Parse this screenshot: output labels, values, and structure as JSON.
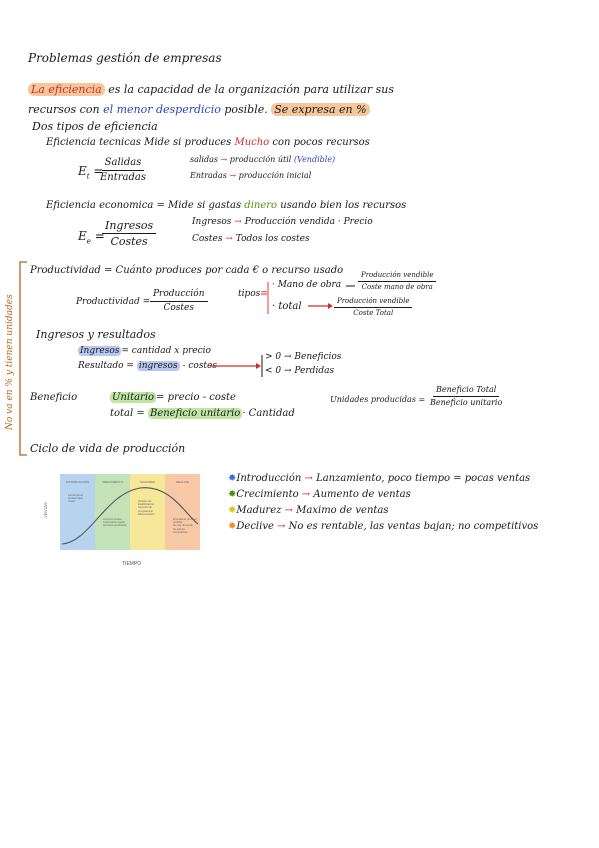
{
  "title": "Problemas gestión de empresas",
  "efficiency": {
    "hl_term": "La eficiencia",
    "def_1": "es la capacidad de la organización para utilizar sus",
    "def_2a": "recursos con",
    "def_2b": "el menor desperdicio",
    "def_2c": "posible.",
    "def_2d": "Se expresa en %",
    "types_heading": "Dos tipos de eficiencia",
    "technical_a": "Eficiencia tecnicas Mide si produces",
    "technical_b": "Mucho",
    "technical_c": "con pocos recursos",
    "tech_lhs": "E",
    "tech_sub": "t",
    "tech_num": "Salidas",
    "tech_den": "Entradas",
    "tech_note1a": "salidas",
    "tech_note1b": "producción útil",
    "tech_note1c": "(Vendible)",
    "tech_note2a": "Entradas",
    "tech_note2b": "producción inicial",
    "economic_a": "Eficiencia economica = Mide si gastas",
    "economic_b": "dinero",
    "economic_c": "usando bien los recursos",
    "econ_lhs": "E",
    "econ_sub": "e",
    "econ_num": "Ingresos",
    "econ_den": "Costes",
    "econ_note1a": "Ingresos",
    "econ_note1b": "Producción vendida · Precio",
    "econ_note2a": "Costes",
    "econ_note2b": "Todos los costes"
  },
  "productivity": {
    "side_label": "No va en % y tienen unidades",
    "def_a": "Productividad = Cuánto produces por cada € o recurso usado",
    "formula_lhs": "Productividad =",
    "formula_num": "Producción",
    "formula_den": "Costes",
    "types_label": "tipos",
    "type1": "· Mano de obra",
    "type1_num": "Producción vendible",
    "type1_den": "Coste mano de obra",
    "type2": "· total",
    "type2_num": "Producción vendible",
    "type2_den": "Coste Total",
    "ir_heading": "Ingresos y resultados",
    "ingresos_hl": "Ingresos",
    "ingresos_rest": "= cantidad x precio",
    "resultado_a": "Resultado =",
    "resultado_hl": "ingresos",
    "resultado_b": "- costes",
    "gt": "> 0",
    "gt_label": "Beneficios",
    "lt": "< 0",
    "lt_label": "Perdidas",
    "beneficio": "Beneficio",
    "unitario_hl": "Unitario",
    "unitario_rest": "= precio - coste",
    "total_a": "total =",
    "total_hl": "Beneficio unitario",
    "total_b": "· Cantidad",
    "up_lhs": "Unidades producidas =",
    "up_num": "Beneficio Total",
    "up_den": "Beneficio unitario"
  },
  "lifecycle": {
    "heading": "Ciclo de vida de producción",
    "chart": {
      "y_label": "VENTAS",
      "x_label": "TIEMPO",
      "phases": [
        {
          "title": "INTRODUCCIÓN",
          "color": "#b7d3ee",
          "bullets": [
            "Lanzamiento",
            "Ventas bajas",
            "Coste"
          ]
        },
        {
          "title": "CRECIMIENTO",
          "color": "#c3e2b7",
          "bullets": [
            "Aumento ventas",
            "Crecimiento rápido",
            "Aumenta producción"
          ]
        },
        {
          "title": "MADUREZ",
          "color": "#f6e79b",
          "bullets": [
            "Ventas más",
            "Estabilización",
            "Aumento de competencia",
            "Diferenciación"
          ]
        },
        {
          "title": "DECLIVE",
          "color": "#f7c9a7",
          "bullets": [
            "El producto ya no es rentable",
            "No hay demanda",
            "No somos competitivos"
          ]
        }
      ]
    },
    "items": [
      {
        "star_color": "#3b6fd8",
        "name": "Introducción",
        "desc": "Lanzamiento, poco tiempo = pocas ventas"
      },
      {
        "star_color": "#4e8f12",
        "name": "Crecimiento",
        "desc": "Aumento de ventas"
      },
      {
        "star_color": "#e3c21a",
        "name": "Madurez",
        "desc": "Maximo de ventas"
      },
      {
        "star_color": "#ef8f2a",
        "name": "Declive",
        "desc": "No es rentable, las ventas bajan; no competitivos"
      }
    ]
  }
}
